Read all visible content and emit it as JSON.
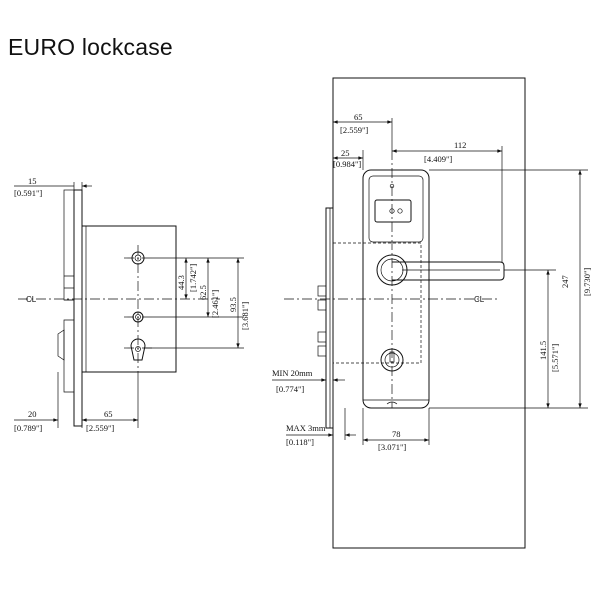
{
  "title": "EURO lockcase",
  "centerline_label": "CL",
  "left_view": {
    "dim_top_mm": "15",
    "dim_top_in": "[0.591\"]",
    "dim_443_mm": "44.3",
    "dim_443_in": "[1.742\"]",
    "dim_625_mm": "62.5",
    "dim_625_in": "[2.461\"]",
    "dim_935_mm": "93.5",
    "dim_935_in": "[3.681\"]",
    "dim_bl_mm": "20",
    "dim_bl_in": "[0.789\"]",
    "dim_br_mm": "65",
    "dim_br_in": "[2.559\"]"
  },
  "right_view": {
    "dim_65_mm": "65",
    "dim_65_in": "[2.559\"]",
    "dim_25_mm": "25",
    "dim_25_in": "[0.984\"]",
    "dim_112_mm": "112",
    "dim_112_in": "[4.409\"]",
    "dim_247_mm": "247",
    "dim_247_in": "[9.730\"]",
    "dim_1415_mm": "141.5",
    "dim_1415_in": "[5.571\"]",
    "dim_min_mm": "MIN 20mm",
    "dim_min_in": "[0.774\"]",
    "dim_max_mm": "MAX 3mm",
    "dim_max_in": "[0.118\"]",
    "dim_78_mm": "78",
    "dim_78_in": "[3.071\"]"
  }
}
